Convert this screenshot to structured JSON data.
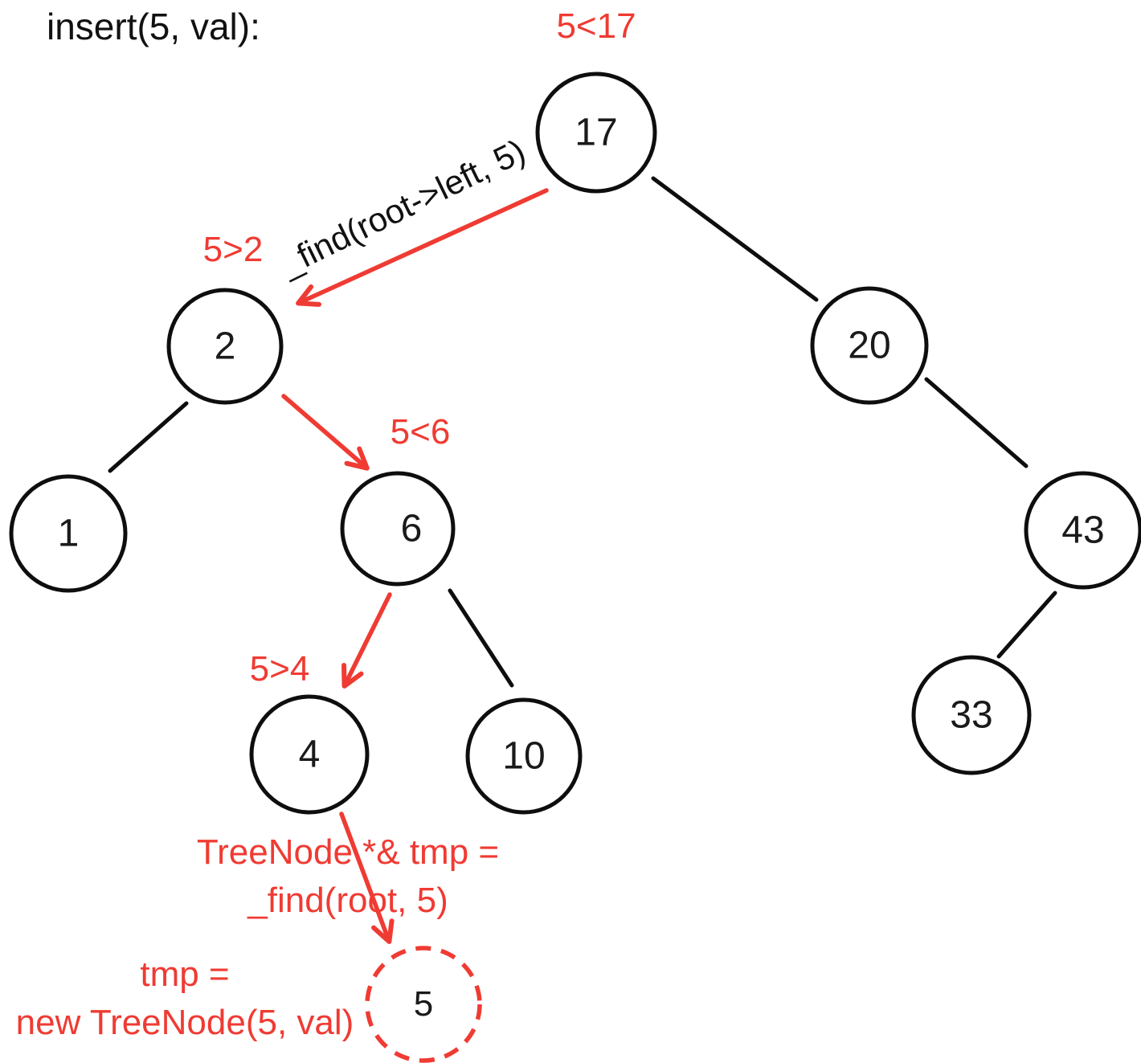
{
  "title": "insert(5, val):",
  "palette": {
    "annotation_red": "#ef3b33",
    "ink_black": "#0e0e0e"
  },
  "tree": {
    "nodes": {
      "n17": {
        "label": "17"
      },
      "n2": {
        "label": "2"
      },
      "n20": {
        "label": "20"
      },
      "n1": {
        "label": "1"
      },
      "n6": {
        "label": "6"
      },
      "n43": {
        "label": "43"
      },
      "n4": {
        "label": "4"
      },
      "n10": {
        "label": "10"
      },
      "n33": {
        "label": "33"
      },
      "n5": {
        "label": "5",
        "state": "new-node-dashed-outline"
      }
    },
    "edges": [
      {
        "from": "17",
        "to": "2"
      },
      {
        "from": "17",
        "to": "20"
      },
      {
        "from": "2",
        "to": "1"
      },
      {
        "from": "2",
        "to": "6"
      },
      {
        "from": "6",
        "to": "4"
      },
      {
        "from": "6",
        "to": "10"
      },
      {
        "from": "20",
        "to": "43"
      },
      {
        "from": "43",
        "to": "33"
      }
    ],
    "search_path_arrows": [
      {
        "from": "17",
        "to": "2"
      },
      {
        "from": "2",
        "to": "6"
      },
      {
        "from": "6",
        "to": "4"
      },
      {
        "from": "4",
        "to": "5"
      }
    ]
  },
  "annotations": {
    "cmp_root": "5<17",
    "cmp_node2": "5>2",
    "cmp_node6": "5<6",
    "cmp_node4": "5>4",
    "find_left_call": "_find(root->left, 5)",
    "tmp_decl_line1": "TreeNode *& tmp =",
    "tmp_decl_line2": "_find(root, 5)",
    "tmp_assign_line1": "tmp =",
    "tmp_assign_line2": "new TreeNode(5, val)"
  }
}
